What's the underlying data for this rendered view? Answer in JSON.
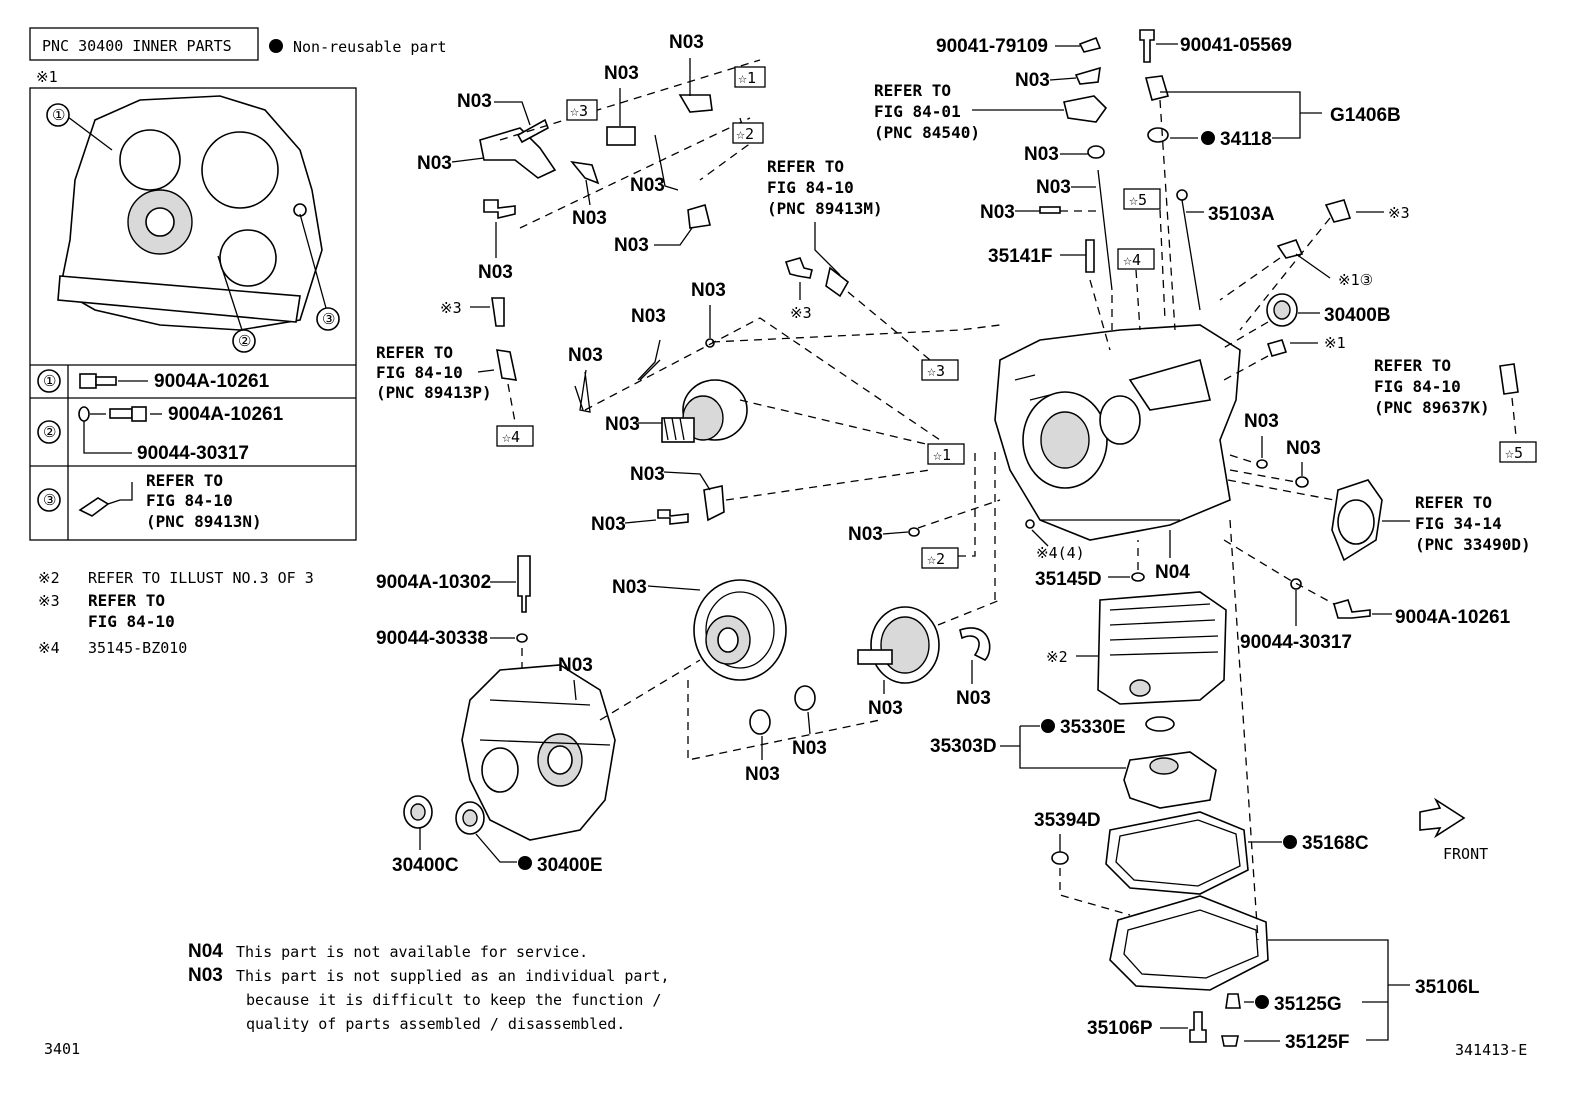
{
  "header": {
    "title": "PNC 30400 INNER PARTS",
    "legend": "Non-reusable part"
  },
  "inset": {
    "mark": "※1",
    "rows": [
      {
        "num": "①",
        "parts": [
          "9004A-10261"
        ]
      },
      {
        "num": "②",
        "parts": [
          "9004A-10261",
          "90044-30317"
        ]
      },
      {
        "num": "③",
        "refer": [
          "REFER TO",
          "FIG 84-10",
          "(PNC 89413N)"
        ]
      }
    ],
    "callouts": [
      "①",
      "②",
      "③"
    ]
  },
  "notes": [
    {
      "mark": "※2",
      "text": "REFER TO ILLUST NO.3 OF 3"
    },
    {
      "mark": "※3",
      "text": [
        "REFER TO",
        "FIG 84-10"
      ]
    },
    {
      "mark": "※4",
      "text": "35145-BZ010"
    }
  ],
  "footnotes": [
    {
      "code": "N04",
      "text": [
        "This part is not available for service."
      ]
    },
    {
      "code": "N03",
      "text": [
        "This part is not supplied as an individual part,",
        "because it is difficult to keep the function /",
        "quality of parts assembled / disassembled."
      ]
    }
  ],
  "corner": {
    "left": "3401",
    "right": "341413-E"
  },
  "labels": {
    "n03": "N03",
    "n04": "N04",
    "p90041_79109": "90041-79109",
    "p90041_05569": "90041-05569",
    "g1406b": "G1406B",
    "p34118": "34118",
    "p35103a": "35103A",
    "p35141f": "35141F",
    "p30400b": "30400B",
    "p9004a_10302": "9004A-10302",
    "p90044_30338": "90044-30338",
    "p30400c": "30400C",
    "p30400e": "30400E",
    "p35145d": "35145D",
    "x4_4": "※4(4)",
    "p9004a_10261": "9004A-10261",
    "p90044_30317": "90044-30317",
    "p35303d": "35303D",
    "p35330e": "35330E",
    "p35394d": "35394D",
    "p35168c": "35168C",
    "p35106l": "35106L",
    "p35125g": "35125G",
    "p35106p": "35106P",
    "p35125f": "35125F",
    "x1": "※1",
    "x1c3": "※1③",
    "x2": "※2",
    "x3": "※3",
    "front": "FRONT"
  },
  "refs": {
    "r84_01": [
      "REFER TO",
      "FIG 84-01",
      "(PNC 84540)"
    ],
    "r89413m": [
      "REFER TO",
      "FIG 84-10",
      "(PNC 89413M)"
    ],
    "r89413p": [
      "REFER TO",
      "FIG 84-10",
      "(PNC 89413P)"
    ],
    "r89637k": [
      "REFER TO",
      "FIG 84-10",
      "(PNC 89637K)"
    ],
    "r33490d": [
      "REFER TO",
      "FIG 34-14",
      "(PNC 33490D)"
    ]
  },
  "stars": [
    "☆1",
    "☆2",
    "☆3",
    "☆4",
    "☆5"
  ]
}
